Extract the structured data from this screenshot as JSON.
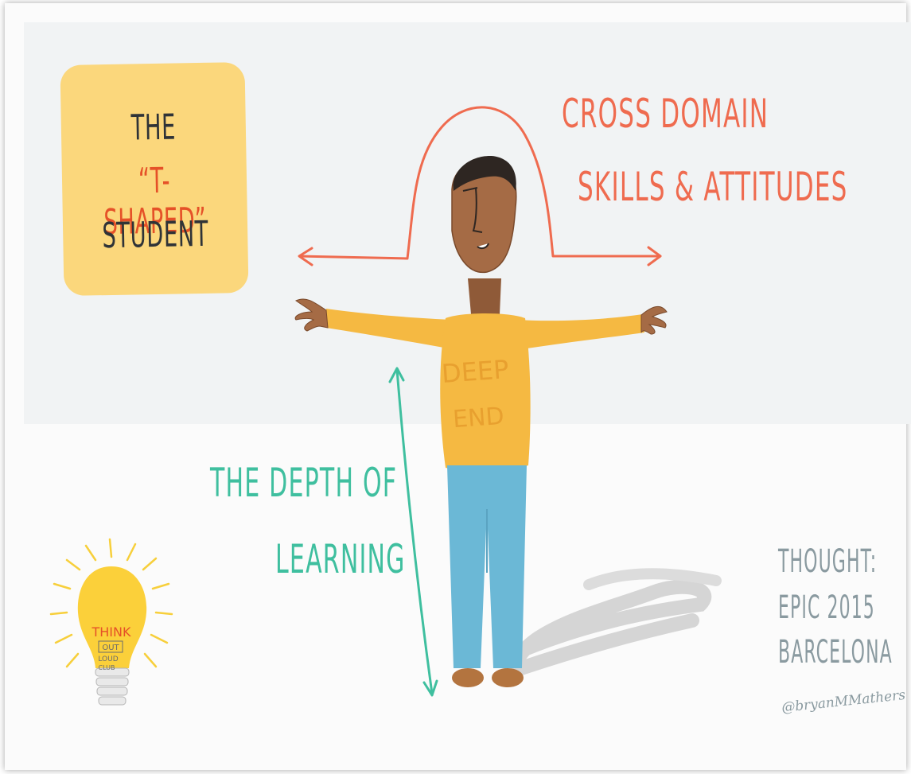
{
  "title_box": {
    "line1": "THE",
    "line2": "“T-SHAPED”",
    "line3": "STUDENT"
  },
  "cross_domain": {
    "line1": "CROSS DOMAIN",
    "line2": "SKILLS & ATTITUDES"
  },
  "depth": {
    "line1": "THE DEPTH OF",
    "line2": "LEARNING"
  },
  "shirt": {
    "line1": "DEEP",
    "line2": "END"
  },
  "credit": {
    "line1": "THOUGHT:",
    "line2": "EPIC 2015",
    "line3": "BARCELONA",
    "handle": "@bryanMMathers"
  },
  "bulb": {
    "line1": "THINK",
    "line2": "OUT",
    "line3": "LOUD",
    "line4": "CLUB"
  },
  "colors": {
    "band": "#f1f3f4",
    "title_box": "#fbd77c",
    "accent_orange": "#ef6b4f",
    "accent_teal": "#3fbf9f",
    "shirt": "#f5b942",
    "pants": "#6bb8d6",
    "skin": "#a56b45"
  }
}
